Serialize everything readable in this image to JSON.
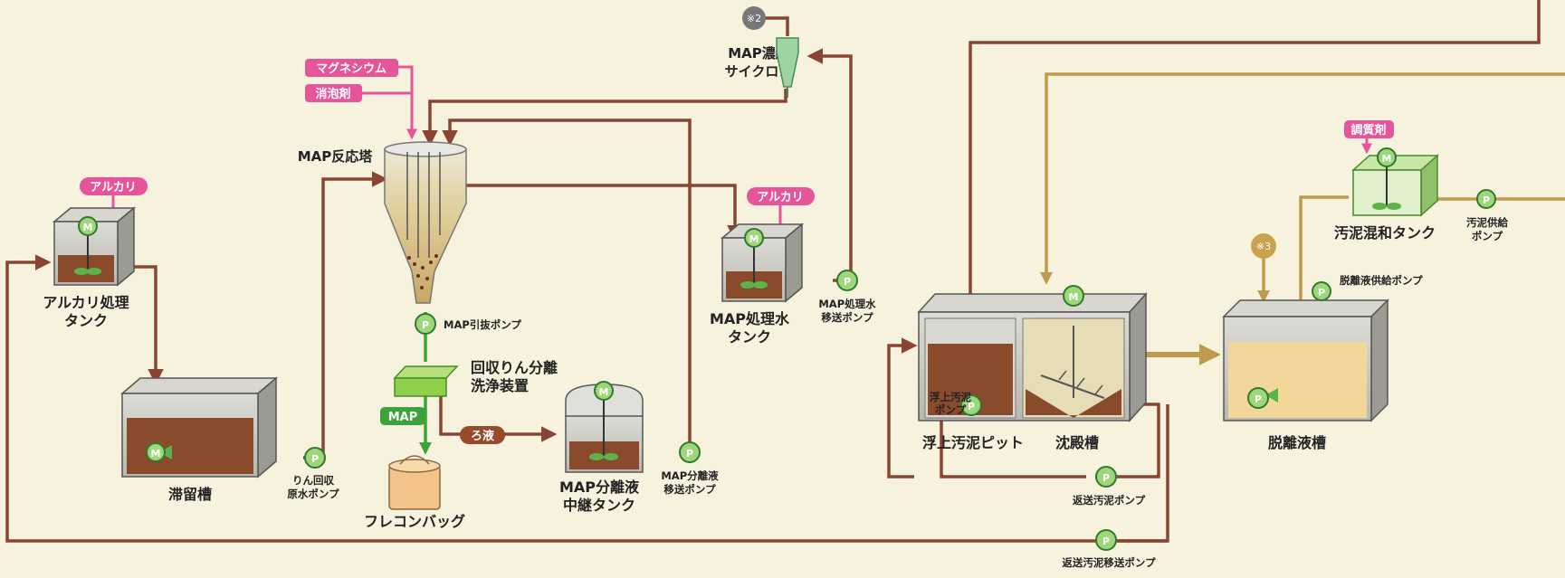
{
  "labels": {
    "alkali_tag_1": "アルカリ",
    "alkali_tank_1": "アルカリ処理",
    "alkali_tank_2": "タンク",
    "retention_tank": "滞留槽",
    "raw_pump_1": "りん回収",
    "raw_pump_2": "原水ポンプ",
    "magnesium": "マグネシウム",
    "defoamer": "消泡剤",
    "map_reactor": "MAP反応塔",
    "map_pump": "MAP引抜ポンプ",
    "separator_1": "回収りん分離",
    "separator_2": "洗浄装置",
    "map_tag": "MAP",
    "filtrate_tag": "ろ液",
    "flexible_bag": "フレコンバッグ",
    "sep_relay_1": "MAP分離液",
    "sep_relay_2": "中継タンク",
    "sep_pump_1": "MAP分離液",
    "sep_pump_2": "移送ポンプ",
    "note2": "※2",
    "cyclone_1": "MAP濃縮",
    "cyclone_2": "サイクロン",
    "alkali_tag_2": "アルカリ",
    "treated_tank_1": "MAP処理水",
    "treated_tank_2": "タンク",
    "treated_pump_1": "MAP処理水",
    "treated_pump_2": "移送ポンプ",
    "float_pump_1": "浮上汚泥",
    "float_pump_2": "ポンプ",
    "float_pit": "浮上汚泥ピット",
    "settling": "沈殿槽",
    "return_pump": "返送汚泥ポンプ",
    "return_transfer_pump": "返送汚泥移送ポンプ",
    "note3": "※3",
    "conditioner": "調質剤",
    "mix_tank": "汚泥混和タンク",
    "supply_pump_1": "汚泥供給",
    "supply_pump_2": "ポンプ",
    "dew_supply_pump": "脱離液供給ポンプ",
    "dewater_tank": "脱離液槽"
  },
  "symbols": {
    "motor": "M",
    "pump": "P"
  },
  "colors": {
    "background": "#f7f2dd",
    "pipe_brown": "#8a4532",
    "pipe_gold": "#bf9a4e",
    "pipe_green": "#3aa43a",
    "magenta": "#e6559a",
    "sludge": "#8a4a2c",
    "sand": "#f3d79a",
    "pump_green": "#9ed67a"
  }
}
